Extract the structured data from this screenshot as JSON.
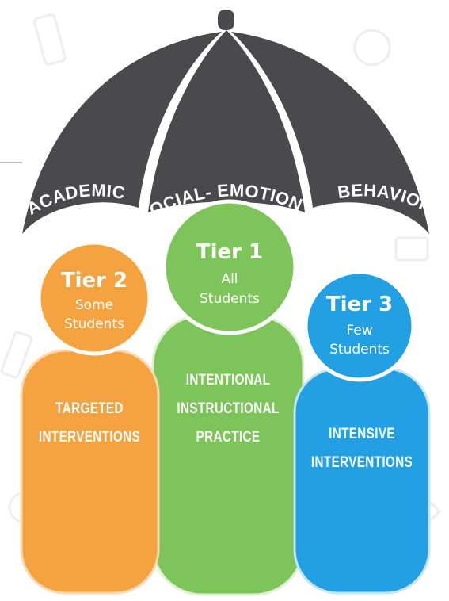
{
  "umbrella": {
    "panels": [
      {
        "label": "ACADEMIC"
      },
      {
        "label": "SOCIAL- EMOTIONAL"
      },
      {
        "label": "BEHAVIOR"
      }
    ]
  },
  "tiers": [
    {
      "title": "Tier 2",
      "subtitle": [
        "Some",
        "Students"
      ],
      "pill": [
        "TARGETED",
        "INTERVENTIONS"
      ],
      "color": "#f5a341"
    },
    {
      "title": "Tier 1",
      "subtitle": [
        "All",
        "Students"
      ],
      "pill": [
        "INTENTIONAL",
        "INSTRUCTIONAL",
        "PRACTICE"
      ],
      "color": "#7dc45a"
    },
    {
      "title": "Tier 3",
      "subtitle": [
        "Few",
        "Students"
      ],
      "pill": [
        "INTENSIVE",
        "INTERVENTIONS"
      ],
      "color": "#23a0e4"
    }
  ],
  "colors": {
    "umbrella": "#4a4a4d",
    "background_doodles": "#eeeeee"
  }
}
